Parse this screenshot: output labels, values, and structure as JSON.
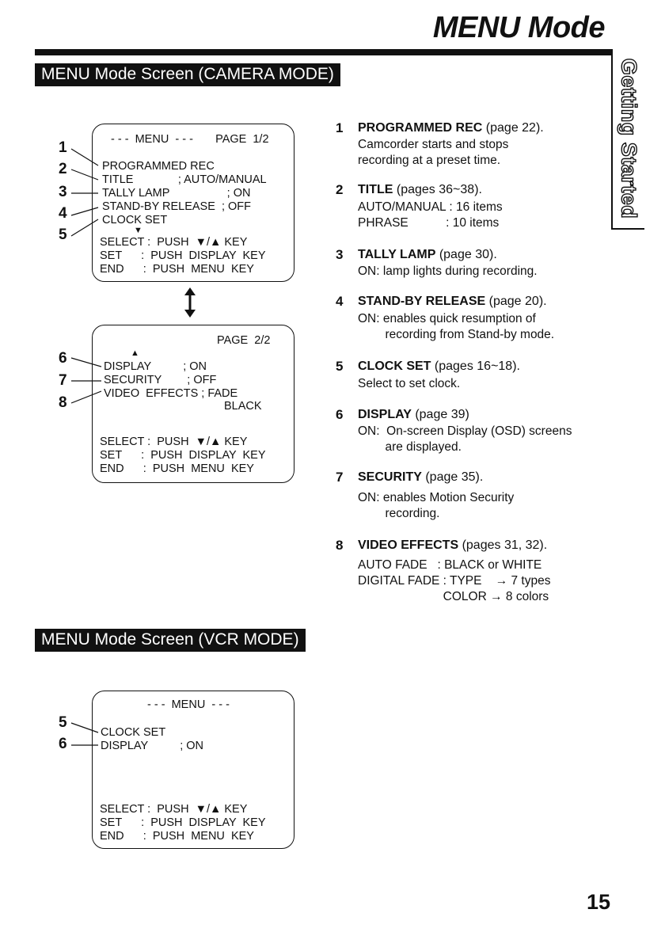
{
  "header": {
    "title": "MENU Mode",
    "side_tab": "Getting Started"
  },
  "camera_section": {
    "heading": "MENU Mode Screen (CAMERA MODE)",
    "page1": {
      "header": "- - -  MENU  - - -       PAGE  1/2",
      "lines": [
        "PROGRAMMED REC",
        "TITLE              ; AUTO/MANUAL",
        "TALLY LAMP                  ; ON",
        "STAND-BY RELEASE  ; OFF",
        "CLOCK SET"
      ],
      "down_arrow": "▼",
      "footer": [
        "SELECT :  PUSH  ▼/▲ KEY",
        "SET      :  PUSH  DISPLAY  KEY",
        "END      :  PUSH  MENU  KEY"
      ]
    },
    "page2": {
      "header": "PAGE  2/2",
      "up_arrow": "▲",
      "lines": [
        "DISPLAY          ; ON",
        "SECURITY        ; OFF",
        "VIDEO  EFFECTS ; FADE",
        "BLACK"
      ],
      "footer": [
        "SELECT :  PUSH  ▼/▲ KEY",
        "SET      :  PUSH  DISPLAY  KEY",
        "END      :  PUSH  MENU  KEY"
      ]
    },
    "callouts_page1": [
      "1",
      "2",
      "3",
      "4",
      "5"
    ],
    "callouts_page2": [
      "6",
      "7",
      "8"
    ]
  },
  "vcr_section": {
    "heading": "MENU Mode Screen (VCR MODE)",
    "screen": {
      "header": "- - -  MENU  - - -",
      "lines": [
        "CLOCK SET",
        "DISPLAY          ; ON"
      ],
      "footer": [
        "SELECT :  PUSH  ▼/▲ KEY",
        "SET      :  PUSH  DISPLAY  KEY",
        "END      :  PUSH  MENU  KEY"
      ]
    },
    "callouts": [
      "5",
      "6"
    ]
  },
  "items": [
    {
      "num": "1",
      "name": "PROGRAMMED REC",
      "ref": " (page 22).",
      "desc": "Camcorder starts and stops\nrecording at a preset time."
    },
    {
      "num": "2",
      "name": "TITLE",
      "ref": " (pages 36~38).",
      "desc": "AUTO/MANUAL : 16 items\nPHRASE           : 10 items"
    },
    {
      "num": "3",
      "name": "TALLY LAMP",
      "ref": " (page 30).",
      "desc": "ON: lamp lights during recording."
    },
    {
      "num": "4",
      "name": "STAND-BY RELEASE",
      "ref": " (page 20).",
      "desc": "ON: enables quick resumption of\n        recording from Stand-by mode."
    },
    {
      "num": "5",
      "name": "CLOCK SET",
      "ref": " (pages 16~18).",
      "desc": "Select to set clock."
    },
    {
      "num": "6",
      "name": "DISPLAY",
      "ref": " (page 39)",
      "desc": "ON:  On-screen Display (OSD) screens\n        are displayed."
    },
    {
      "num": "7",
      "name": "SECURITY",
      "ref": " (page 35).",
      "desc": "ON: enables Motion Security\n        recording."
    },
    {
      "num": "8",
      "name": "VIDEO EFFECTS",
      "ref": " (pages 31, 32).",
      "desc": "AUTO FADE   : BLACK or WHITE\nDIGITAL FADE : TYPE    → 7 types\n                         COLOR → 8 colors"
    }
  ],
  "page_number": "15"
}
